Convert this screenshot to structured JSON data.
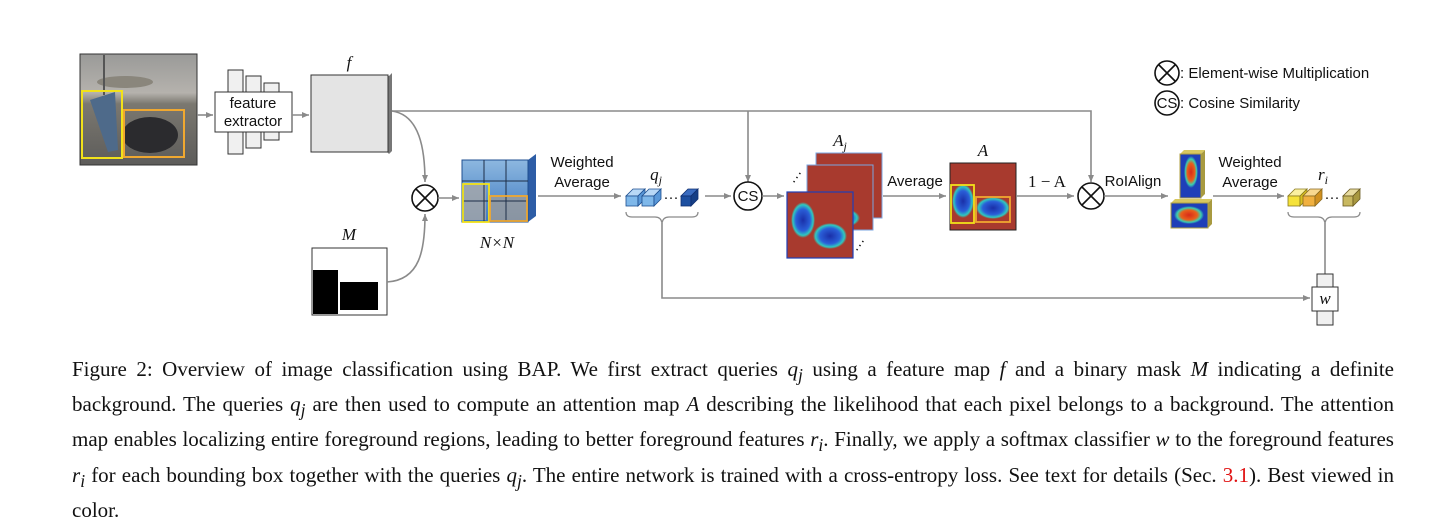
{
  "figure": {
    "labels": {
      "feature_extractor_line1": "feature",
      "feature_extractor_line2": "extractor",
      "feature_map": "f",
      "mask": "M",
      "grid_size": "N×N",
      "weighted_average_1_line1": "Weighted",
      "weighted_average_1_line2": "Average",
      "queries": "q",
      "queries_sub": "j",
      "cosine_similarity_node": "CS",
      "attention_maps": "A",
      "attention_maps_sub": "j",
      "average": "Average",
      "attention_map": "A",
      "one_minus_a": "1 − A",
      "roi_align": "RoIAlign",
      "weighted_average_2_line1": "Weighted",
      "weighted_average_2_line2": "Average",
      "features": "r",
      "features_sub": "i",
      "classifier": "w",
      "ellipsis": "···"
    },
    "legend": {
      "multiplication": ": Element-wise Multiplication",
      "cosine_symbol": "CS",
      "cosine": ": Cosine Similarity"
    },
    "colors": {
      "box_yellow": "#f2e21a",
      "box_orange": "#f0a830",
      "query_light": "#7fb8ea",
      "query_dark": "#1d4fa0",
      "feature_yellow": "#f5e23a",
      "feature_orange": "#f0b040",
      "feature_olive": "#c8b860",
      "attention_red": "#a83a2e",
      "heat_blue": "#1f3fb8",
      "connector_gray": "#8a8a8a",
      "reference_red": "#e01010"
    }
  },
  "caption": {
    "prefix": "Figure 2: Overview of image classification using BAP. We first extract queries ",
    "q1": "q",
    "q1_sub": "j",
    "t1": " using a feature map ",
    "f": "f",
    "t2": " and a binary mask ",
    "M": "M",
    "t3": " indicating a definite background. The queries ",
    "q2": "q",
    "q2_sub": "j",
    "t4": " are then used to compute an attention map ",
    "A": "A",
    "t5": " describing the likelihood that each pixel belongs to a background. The attention map enables localizing entire foreground regions, leading to better foreground features ",
    "r1": "r",
    "r1_sub": "i",
    "t6": ". Finally, we apply a softmax classifier ",
    "w": "w",
    "t7": " to the foreground features ",
    "r2": "r",
    "r2_sub": "i",
    "t8": " for each bounding box together with the queries ",
    "q3": "q",
    "q3_sub": "j",
    "t9": ". The entire network is trained with a cross-entropy loss. See text for details (Sec. ",
    "ref": "3.1",
    "t10": "). Best viewed in color."
  }
}
